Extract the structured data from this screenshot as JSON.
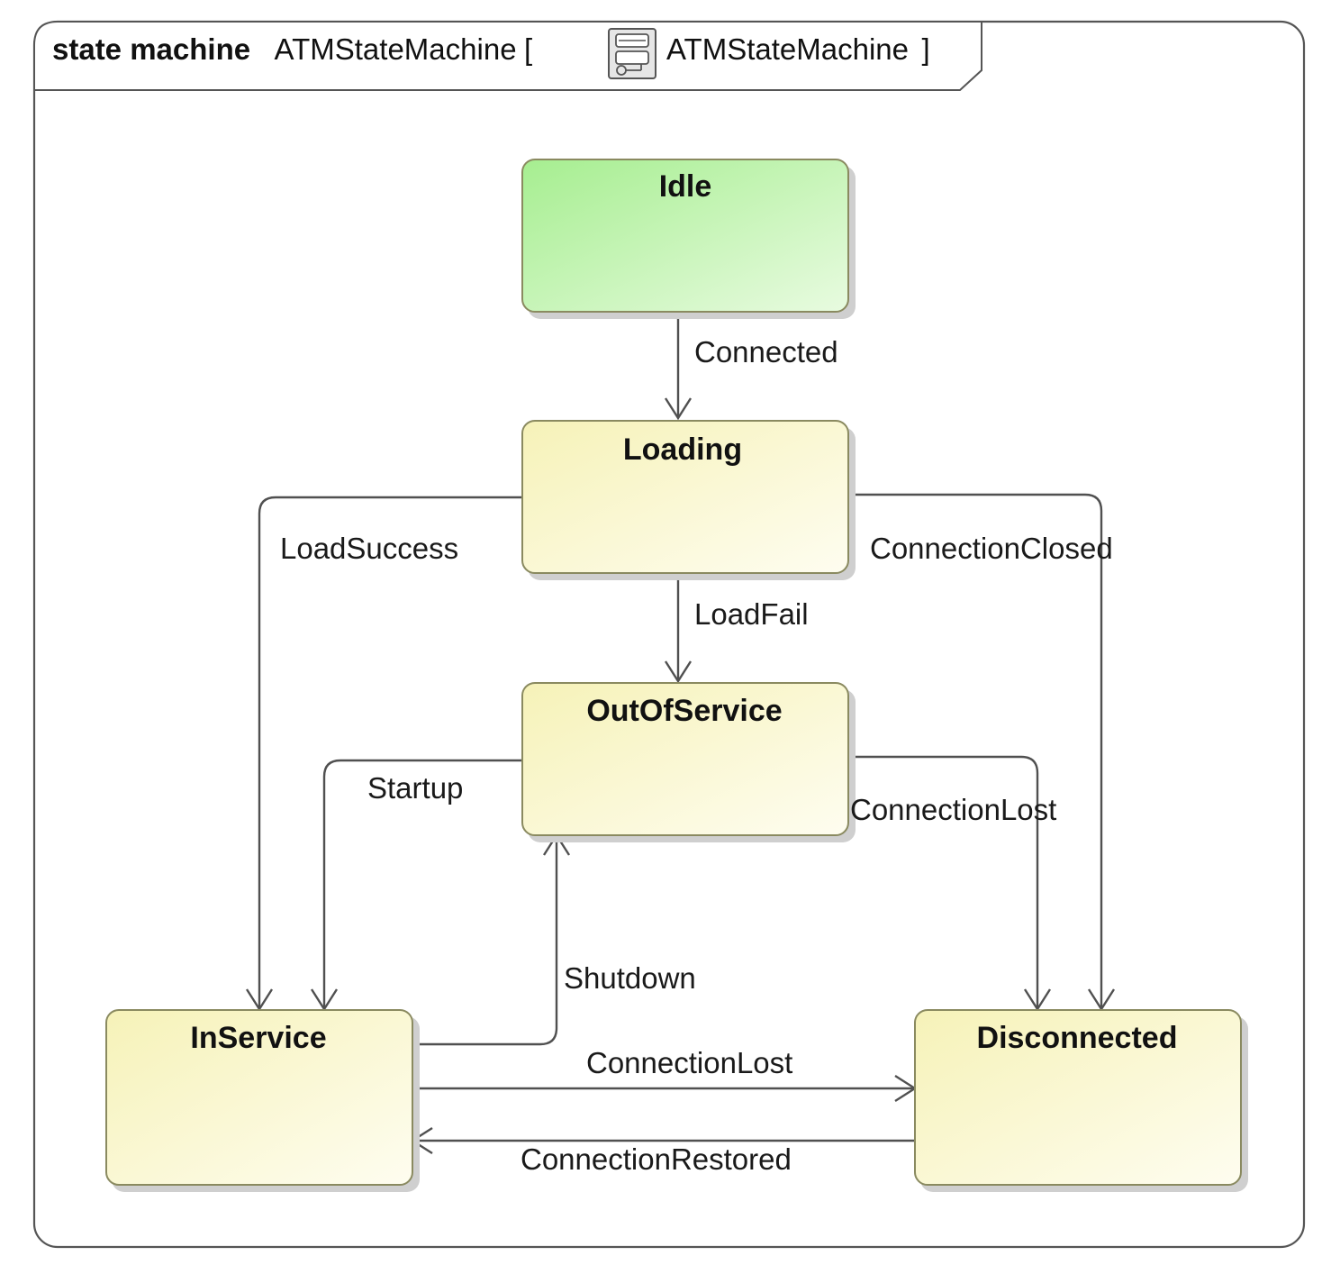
{
  "header": {
    "keyword": "state machine",
    "name": "ATMStateMachine",
    "open_bracket": "[",
    "ref_icon": "state-machine-icon",
    "ref_name": "ATMStateMachine",
    "close_bracket": "]"
  },
  "colors": {
    "initial_state_fill": "#b3f2a0",
    "state_fill": "#fbf8cf",
    "edge": "#505050"
  },
  "states": [
    {
      "id": "idle",
      "label": "Idle",
      "initial": true
    },
    {
      "id": "loading",
      "label": "Loading"
    },
    {
      "id": "outofservice",
      "label": "OutOfService"
    },
    {
      "id": "inservice",
      "label": "InService"
    },
    {
      "id": "disconnected",
      "label": "Disconnected"
    }
  ],
  "transitions": [
    {
      "id": "connected",
      "from": "Idle",
      "to": "Loading",
      "label": "Connected"
    },
    {
      "id": "loadsuccess",
      "from": "Loading",
      "to": "InService",
      "label": "LoadSuccess"
    },
    {
      "id": "loadfail",
      "from": "Loading",
      "to": "OutOfService",
      "label": "LoadFail"
    },
    {
      "id": "connectionclosed",
      "from": "Loading",
      "to": "Disconnected",
      "label": "ConnectionClosed"
    },
    {
      "id": "startup",
      "from": "OutOfService",
      "to": "InService",
      "label": "Startup"
    },
    {
      "id": "connectionlost-oos",
      "from": "OutOfService",
      "to": "Disconnected",
      "label": "ConnectionLost"
    },
    {
      "id": "shutdown",
      "from": "InService",
      "to": "OutOfService",
      "label": "Shutdown"
    },
    {
      "id": "connectionlost-ins",
      "from": "InService",
      "to": "Disconnected",
      "label": "ConnectionLost"
    },
    {
      "id": "connectionrestored",
      "from": "Disconnected",
      "to": "InService",
      "label": "ConnectionRestored"
    }
  ]
}
